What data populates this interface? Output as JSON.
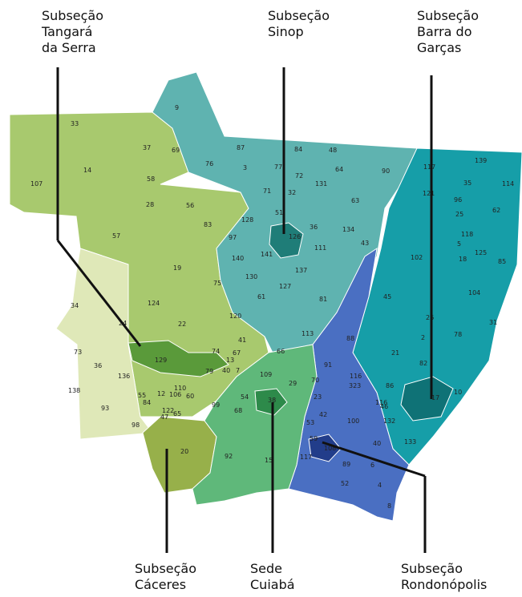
{
  "callouts": {
    "tangara": "Subseção\nTangará\nda Serra",
    "sinop": "Subseção\nSinop",
    "barra": "Subseção\nBarra do\nGarças",
    "caceres": "Subseção\nCáceres",
    "cuiaba": "Sede\nCuiabá",
    "rondonopolis": "Subseção\nRondonópolis"
  },
  "colors": {
    "tangara": "#a8c96e",
    "tangara_light": "#c9dd94",
    "tangara_dark": "#5a9a3a",
    "sinop": "#5fb3b0",
    "sinop_dark": "#1f7d78",
    "barra": "#169ea8",
    "barra_dark": "#0f7276",
    "rondonopolis": "#4a6fc2",
    "rondonopolis_dark": "#223d8a",
    "cuiaba": "#5fb87a",
    "cuiaba_dark": "#2d8a4a",
    "caceres": "#97b04a",
    "caceres_light": "#dfe8b8"
  },
  "map_numbers": [
    "9",
    "33",
    "37",
    "69",
    "87",
    "84",
    "48",
    "76",
    "3",
    "77",
    "72",
    "131",
    "90",
    "64",
    "117",
    "139",
    "114",
    "35",
    "107",
    "14",
    "58",
    "28",
    "56",
    "83",
    "128",
    "71",
    "32",
    "51",
    "63",
    "121",
    "96",
    "62",
    "25",
    "57",
    "97",
    "126",
    "36",
    "134",
    "118",
    "5",
    "43",
    "125",
    "85",
    "140",
    "141",
    "111",
    "102",
    "18",
    "19",
    "137",
    "75",
    "130",
    "104",
    "124",
    "61",
    "127",
    "81",
    "45",
    "34",
    "24",
    "22",
    "120",
    "113",
    "88",
    "26",
    "31",
    "41",
    "2",
    "78",
    "73",
    "129",
    "74",
    "67",
    "66",
    "21",
    "13",
    "82",
    "36",
    "136",
    "79",
    "40",
    "7",
    "91",
    "116",
    "109",
    "29",
    "70",
    "86",
    "323",
    "138",
    "110",
    "17",
    "55",
    "12",
    "106",
    "60",
    "54",
    "23",
    "10",
    "84",
    "116",
    "99",
    "38",
    "68",
    "46",
    "93",
    "122",
    "47",
    "65",
    "42",
    "100",
    "132",
    "98",
    "53",
    "133",
    "59",
    "108",
    "40",
    "20",
    "92",
    "15",
    "117",
    "89",
    "6",
    "52",
    "4",
    "8"
  ]
}
